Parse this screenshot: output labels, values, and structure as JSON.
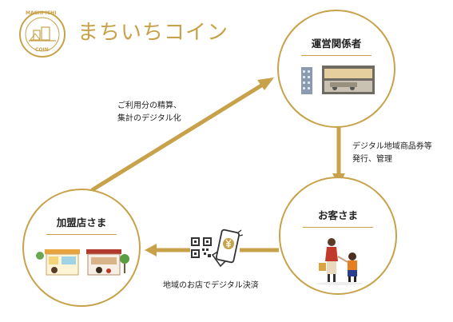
{
  "brand": {
    "emblem_text_top": "MACHI·ICHI",
    "emblem_text_bottom": "COIN",
    "title": "まちいちコイン"
  },
  "nodes": {
    "operator": {
      "title": "運営関係者"
    },
    "customer": {
      "title": "お客さま"
    },
    "store": {
      "title": "加盟店さま"
    }
  },
  "flows": {
    "store_to_operator": {
      "line1": "ご利用分の精算、",
      "line2": "集計のデジタル化"
    },
    "operator_to_customer": {
      "line1": "デジタル地域商品券等",
      "line2": "発行、管理"
    },
    "customer_to_store": {
      "line1": "地域のお店でデジタル決済"
    }
  },
  "colors": {
    "accent": "#c8a24a",
    "text": "#222222"
  },
  "icons": [
    "brand-emblem-icon",
    "building-illustration-icon",
    "shopfront-illustration-icon",
    "mother-child-illustration-icon",
    "storefront-illustration-icon",
    "qr-code-icon",
    "phone-yen-icon"
  ]
}
